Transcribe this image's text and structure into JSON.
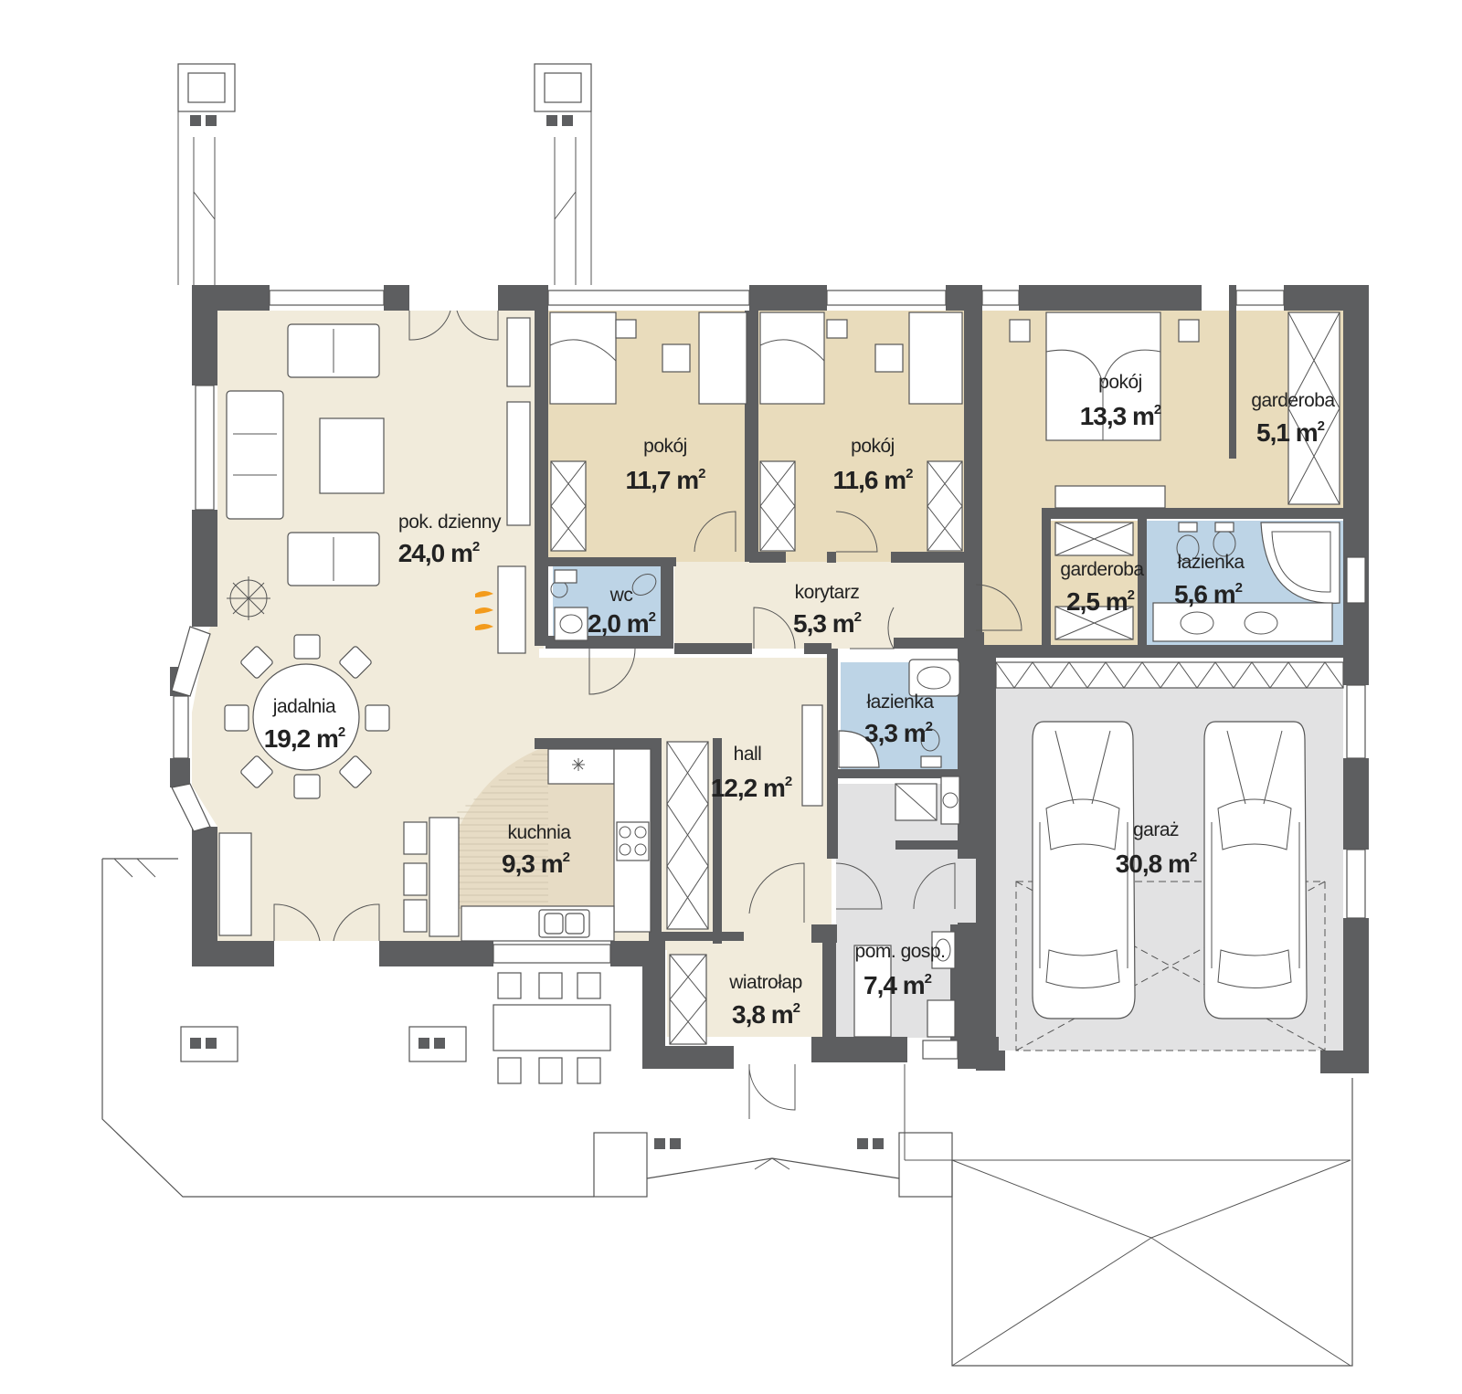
{
  "colors": {
    "wall": "#5d5e60",
    "living_floor": "#f1ebdb",
    "bedroom_floor": "#e9dcbc",
    "master_floor": "#e9dcbc",
    "bathroom_tile": "#bdd4e6",
    "garage_floor": "#e2e2e3",
    "hall_floor": "#f1ebdb",
    "fireplace_flame": "#f39b1c"
  },
  "rooms": [
    {
      "id": "living",
      "name": "pok. dzienny",
      "area": "24,0 m",
      "unit_sup": "2"
    },
    {
      "id": "dining",
      "name": "jadalnia",
      "area": "19,2 m",
      "unit_sup": "2"
    },
    {
      "id": "kitchen",
      "name": "kuchnia",
      "area": "9,3 m",
      "unit_sup": "2"
    },
    {
      "id": "bedroom1",
      "name": "pokój",
      "area": "11,7 m",
      "unit_sup": "2"
    },
    {
      "id": "bedroom2",
      "name": "pokój",
      "area": "11,6 m",
      "unit_sup": "2"
    },
    {
      "id": "bedroom3",
      "name": "pokój",
      "area": "13,3 m",
      "unit_sup": "2"
    },
    {
      "id": "wardrobe1",
      "name": "garderoba",
      "area": "5,1 m",
      "unit_sup": "2"
    },
    {
      "id": "wardrobe2",
      "name": "garderoba",
      "area": "2,5 m",
      "unit_sup": "2"
    },
    {
      "id": "bath1",
      "name": "łazienka",
      "area": "5,6 m",
      "unit_sup": "2"
    },
    {
      "id": "wc",
      "name": "wc",
      "area": "2,0 m",
      "unit_sup": "2"
    },
    {
      "id": "corridor",
      "name": "korytarz",
      "area": "5,3 m",
      "unit_sup": "2"
    },
    {
      "id": "bath2",
      "name": "łazienka",
      "area": "3,3 m",
      "unit_sup": "2"
    },
    {
      "id": "hall",
      "name": "hall",
      "area": "12,2 m",
      "unit_sup": "2"
    },
    {
      "id": "vestibule",
      "name": "wiatrołap",
      "area": "3,8 m",
      "unit_sup": "2"
    },
    {
      "id": "utility",
      "name": "pom. gosp.",
      "area": "7,4 m",
      "unit_sup": "2"
    },
    {
      "id": "garage",
      "name": "garaż",
      "area": "30,8 m",
      "unit_sup": "2"
    }
  ]
}
